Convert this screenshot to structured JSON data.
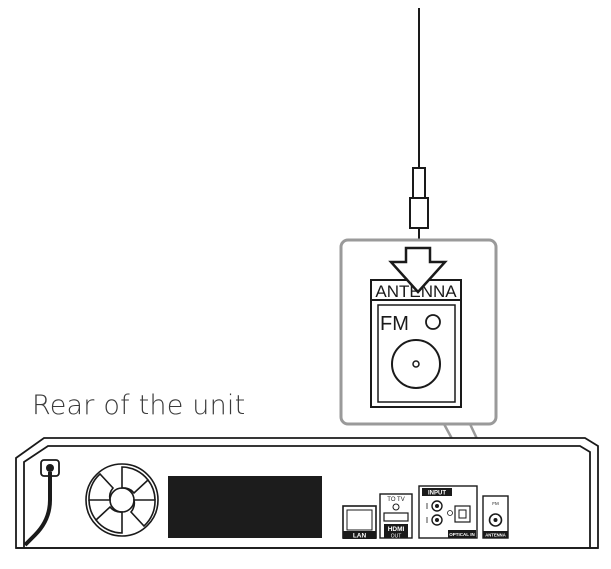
{
  "caption": "Rear of the unit",
  "antenna_panel": {
    "title": "ANTENNA",
    "fm_label": "FM"
  },
  "rear_panel": {
    "lan_label": "LAN",
    "to_tv_label": "TO TV",
    "hdmi_label": "HDMI",
    "hdmi_sub_label": "OUT",
    "input_label": "INPUT",
    "optical_label": "OPTICAL IN",
    "antenna_small_label": "ANTENNA",
    "fm_small_label": "FM"
  },
  "colors": {
    "line": "#1a1a1a",
    "callout": "#9a9a9a",
    "display": "#1c1c1c"
  }
}
